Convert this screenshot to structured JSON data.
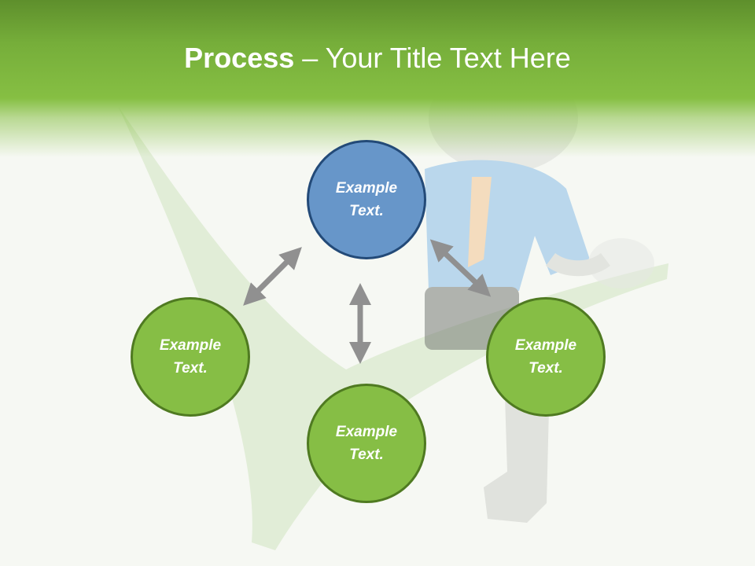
{
  "slide": {
    "title_bold": "Process",
    "title_rest": " – Your Title Text Here"
  },
  "nodes": [
    {
      "label": "Example Text.",
      "color": "#6796c9"
    },
    {
      "label": "Example Text.",
      "color": "#86be45"
    },
    {
      "label": "Example Text.",
      "color": "#86be45"
    },
    {
      "label": "Example Text.",
      "color": "#86be45"
    }
  ],
  "arrow_color": "#909090",
  "background_art": "checkmark-with-3d-person"
}
